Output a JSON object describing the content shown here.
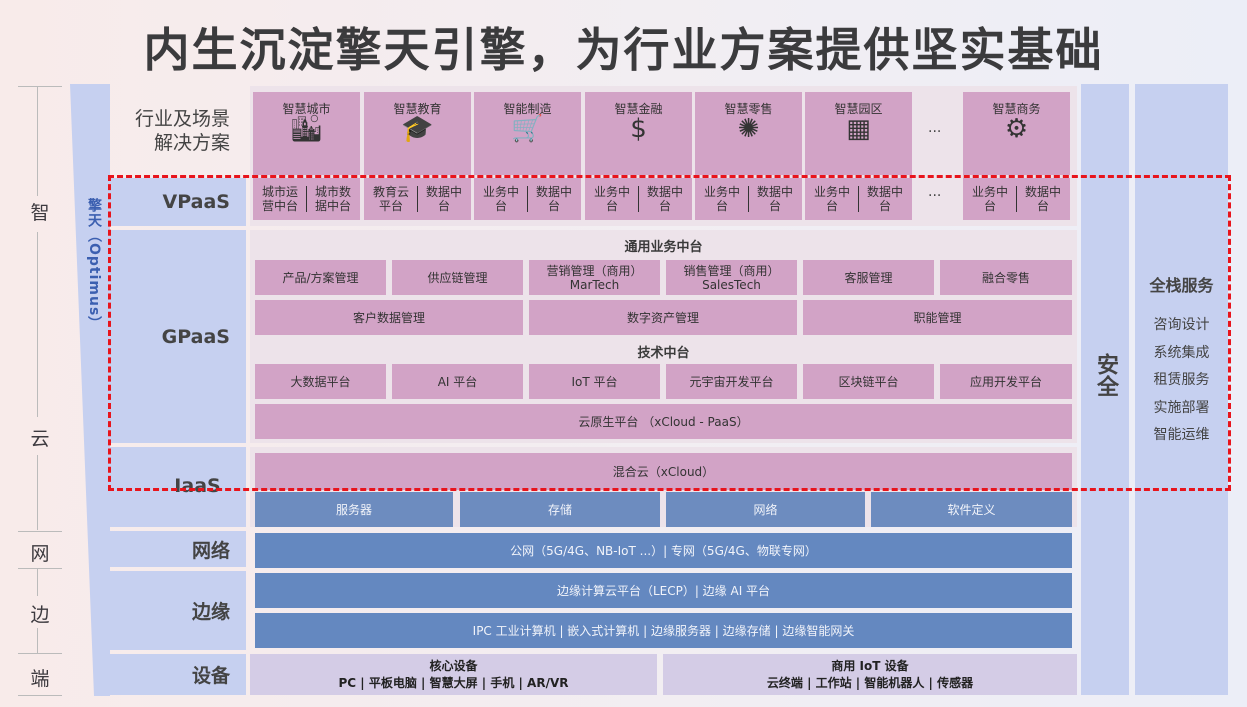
{
  "title": "内生沉淀擎天引擎，为行业方案提供坚实基础",
  "axis": [
    "智",
    "云",
    "网",
    "边",
    "端"
  ],
  "engine_label": "擎天（Optimus）",
  "layers": {
    "industry": "行业及场景解决方案",
    "vpaas": "VPaaS",
    "gpaas": "GPaaS",
    "iaas": "IaaS",
    "network": "网络",
    "edge": "边缘",
    "device": "设备"
  },
  "industry_cards": [
    {
      "name": "智慧城市",
      "icon": "city-buildings-icon",
      "vp": [
        "城市运营中台",
        "城市数据中台"
      ]
    },
    {
      "name": "智慧教育",
      "icon": "graduation-cap-icon",
      "vp": [
        "教育云平台",
        "数据中台"
      ]
    },
    {
      "name": "智能制造",
      "icon": "cart-icon",
      "vp": [
        "业务中台",
        "数据中台"
      ]
    },
    {
      "name": "智慧金融",
      "icon": "coin-dollar-icon",
      "vp": [
        "业务中台",
        "数据中台"
      ]
    },
    {
      "name": "智慧零售",
      "icon": "brain-icon",
      "vp": [
        "业务中台",
        "数据中台"
      ]
    },
    {
      "name": "智慧园区",
      "icon": "building-icon",
      "vp": [
        "业务中台",
        "数据中台"
      ]
    },
    {
      "name": "智慧商务",
      "icon": "person-chart-icon",
      "vp": [
        "业务中台",
        "数据中台"
      ]
    }
  ],
  "ellipsis": "...",
  "gpaas": {
    "business_title": "通用业务中台",
    "business_row1": [
      "产品/方案管理",
      "供应链管理",
      "营销管理（商用）MarTech",
      "销售管理（商用）SalesTech",
      "客服管理",
      "融合零售"
    ],
    "business_row2": [
      "客户数据管理",
      "数字资产管理",
      "职能管理"
    ],
    "tech_title": "技术中台",
    "tech_row": [
      "大数据平台",
      "AI 平台",
      "IoT 平台",
      "元宇宙开发平台",
      "区块链平台",
      "应用开发平台"
    ],
    "cloud_native": "云原生平台 （xCloud - PaaS）"
  },
  "iaas": {
    "hybrid": "混合云（xCloud）",
    "items": [
      "服务器",
      "存储",
      "网络",
      "软件定义"
    ]
  },
  "network": "公网（5G/4G、NB-IoT ...）| 专网（5G/4G、物联专网）",
  "edge": [
    "边缘计算云平台（LECP）|  边缘 AI 平台",
    "IPC 工业计算机 | 嵌入式计算机 | 边缘服务器 | 边缘存储 | 边缘智能网关"
  ],
  "devices": [
    {
      "title": "核心设备",
      "items": "PC | 平板电脑 | 智慧大屏 | 手机 | AR/VR"
    },
    {
      "title": "商用 IoT 设备",
      "items": "云终端 | 工作站 | 智能机器人 | 传感器"
    }
  ],
  "security": "安全",
  "full_stack": {
    "title": "全栈服务",
    "items": [
      "咨询设计",
      "系统集成",
      "租赁服务",
      "实施部署",
      "智能运维"
    ]
  },
  "colors": {
    "pink": "#d2a3c6",
    "blue": "#6488c0",
    "lightblue": "#c6d0f0",
    "dashed": "#e8141c"
  }
}
